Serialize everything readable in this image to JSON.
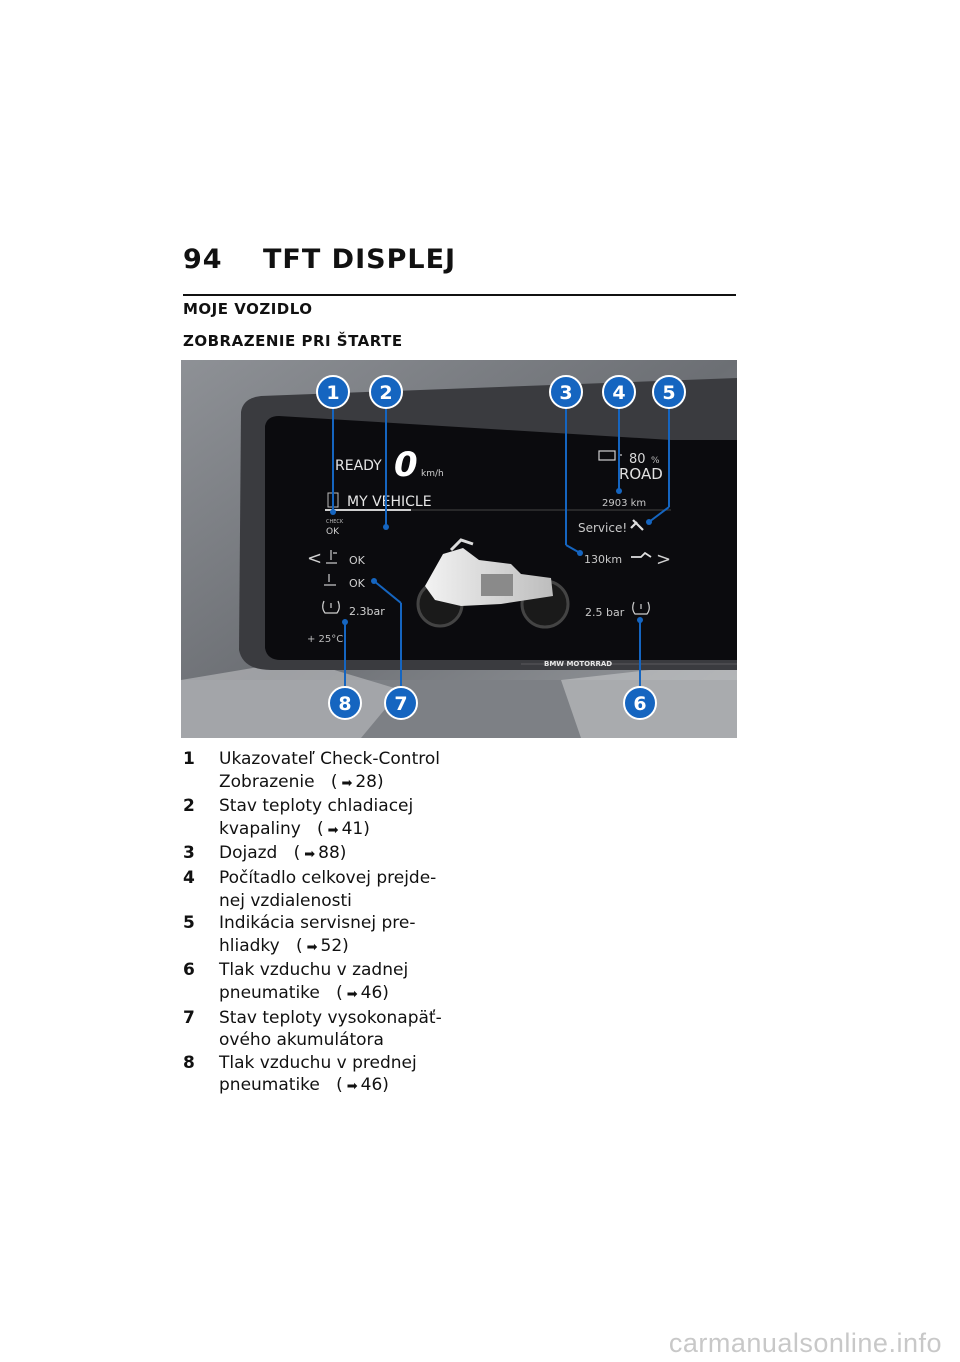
{
  "page": {
    "number": "94",
    "chapter": "TFT DISPLEJ",
    "section": "MOJE VOZIDLO",
    "subsection": "ZOBRAZENIE PRI ŠTARTE"
  },
  "display": {
    "status": "READY",
    "speed": "0",
    "speed_unit": "km/h",
    "menu_title": "MY VEHICLE",
    "check_label": "CHECK",
    "check_value": "OK",
    "coolant_value": "OK",
    "battery_value": "OK",
    "front_pressure": "2.3bar",
    "temperature": "+ 25°C",
    "charge_percent": "80",
    "percent_sign": "%",
    "ride_mode": "ROAD",
    "odometer": "2903 km",
    "service": "Service!",
    "range": "130km",
    "rear_pressure": "2.5 bar",
    "brand": "BMW MOTORRAD",
    "nav_left": "<",
    "nav_right": ">"
  },
  "callouts": [
    "1",
    "2",
    "3",
    "4",
    "5",
    "6",
    "7",
    "8"
  ],
  "legend": [
    {
      "num": "1",
      "lines": [
        "Ukazovateľ Check-Control",
        "Zobrazenie"
      ],
      "ref": "28)"
    },
    {
      "num": "2",
      "lines": [
        "Stav teploty chladiacej",
        "kvapaliny"
      ],
      "ref": "41)"
    },
    {
      "num": "3",
      "lines": [
        "Dojazd"
      ],
      "ref": "88)"
    },
    {
      "num": "4",
      "lines": [
        "Počítadlo celkovej prejde-",
        "nej vzdialenosti"
      ],
      "ref": ""
    },
    {
      "num": "5",
      "lines": [
        "Indikácia servisnej pre-",
        "hliadky"
      ],
      "ref": "52)"
    },
    {
      "num": "6",
      "lines": [
        "Tlak vzduchu v zadnej",
        "pneumatike"
      ],
      "ref": "46)"
    },
    {
      "num": "7",
      "lines": [
        "Stav teploty vysokonapäť-",
        "ového akumulátora"
      ],
      "ref": ""
    },
    {
      "num": "8",
      "lines": [
        "Tlak vzduchu v prednej",
        "pneumatike"
      ],
      "ref": "46)"
    }
  ],
  "ref_open": "(",
  "ref_arrow": "➡",
  "watermark": "carmanualsonline.info",
  "colors": {
    "callout": "#1565c0",
    "screen": "#0b0b0e",
    "bezel": "#3a3b3f"
  }
}
